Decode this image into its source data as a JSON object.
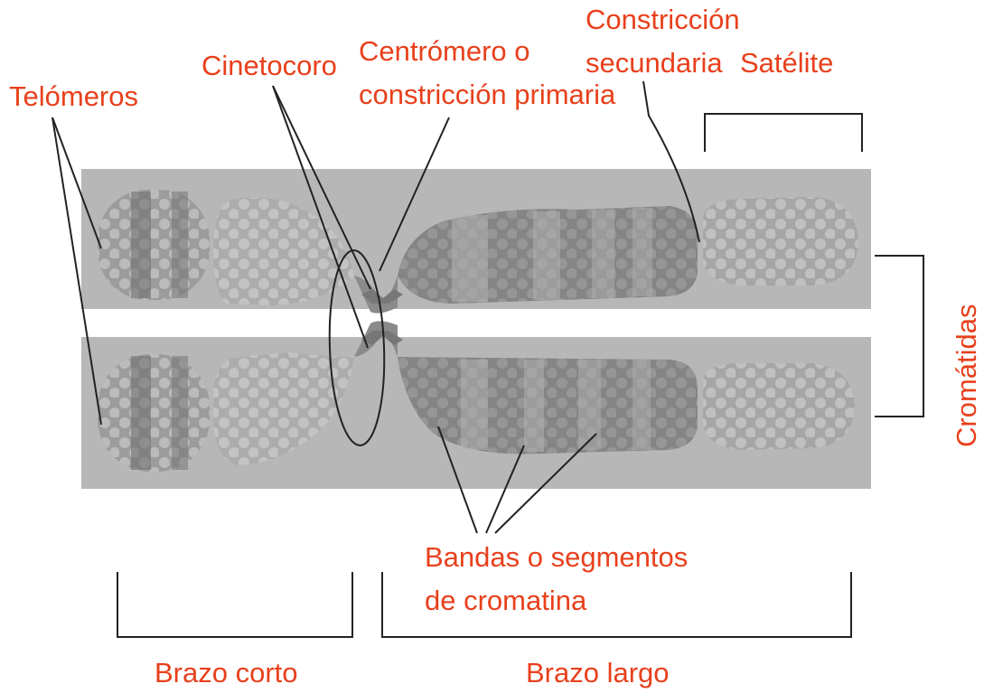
{
  "labels": {
    "telomeros": "Telómeros",
    "cinetocoro": "Cinetocoro",
    "centromero_line1": "Centrómero o",
    "centromero_line2": "constricción primaria",
    "constriccion_line1": "Constricción",
    "constriccion_line2": "secundaria",
    "satelite": "Satélite",
    "cromatidas": "Cromátidas",
    "bandas_line1": "Bandas o segmentos",
    "bandas_line2": "de cromatina",
    "brazo_corto": "Brazo corto",
    "brazo_largo": "Brazo largo"
  },
  "colors": {
    "label_text": "#e8401c",
    "panel": "#b7b7b7",
    "chromatid_light": "#a9a9a9",
    "chromatid_dark": "#767676",
    "lines": "#222222"
  }
}
